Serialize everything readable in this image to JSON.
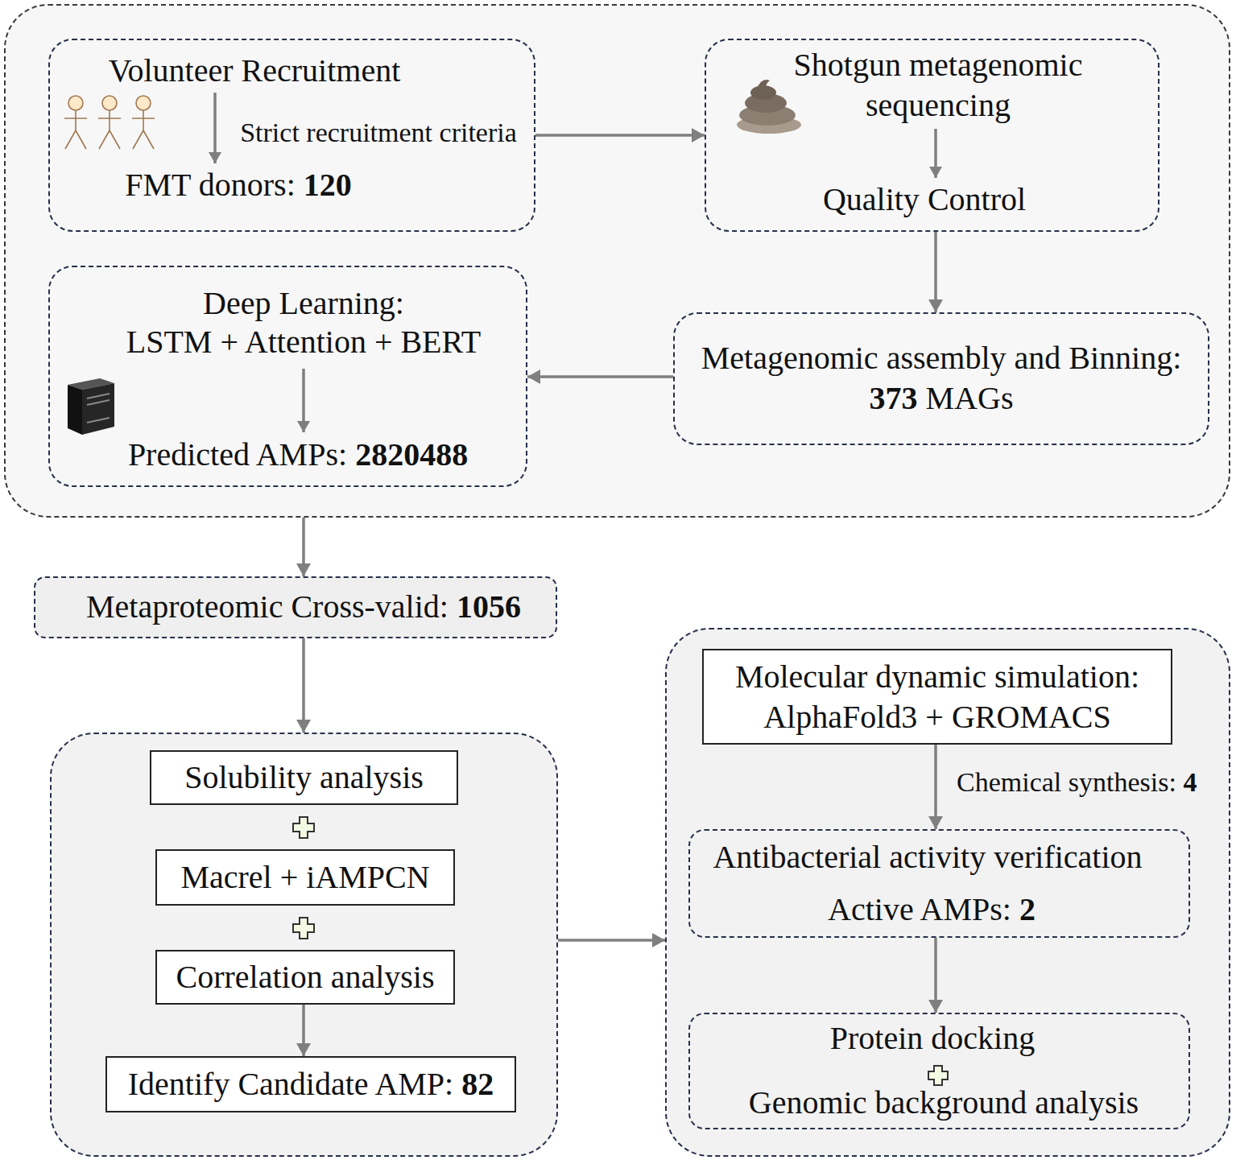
{
  "diagram": {
    "nodes": [
      {
        "text": []
      },
      {
        "text": [
          "Volunteer Recruitment",
          "Strict recruitment criteria",
          "FMT donors: 120"
        ],
        "in": 0
      },
      {
        "text": [
          "Shotgun metagenomic sequencing",
          "Quality Control"
        ],
        "in": 0
      },
      {
        "text": [
          "Deep Learning:",
          "LSTM + Attention + BERT",
          "Predicted AMPs: 2820488"
        ],
        "in": 0
      },
      {
        "text": [
          "Metagenomic assembly and Binning: 373 MAGs"
        ],
        "in": 0
      },
      {
        "text": [
          "Metaproteomic Cross-valid: 1056"
        ]
      },
      {
        "text": []
      },
      {
        "text": [
          "Solubility analysis"
        ],
        "in": 6
      },
      {
        "text": [
          "Macrel + iAMPCN"
        ],
        "in": 6
      },
      {
        "text": [
          "Correlation analysis"
        ],
        "in": 6
      },
      {
        "text": [
          "Identify Candidate AMP: 82"
        ],
        "in": 6
      },
      {
        "text": []
      },
      {
        "text": [
          "Molecular dynamic simulation: AlphaFold3 + GROMACS"
        ],
        "in": 11
      },
      {
        "text": [
          "Antibacterial activity verification",
          "Active AMPs: 2"
        ],
        "in": 11
      },
      {
        "text": [
          "Protein docking",
          "Genomic background analysis"
        ],
        "in": 11
      }
    ],
    "edges": [
      {
        "from": 1,
        "to": 2,
        "arrow": "to"
      },
      {
        "from": 2,
        "to": 4,
        "arrow": "to"
      },
      {
        "from": 4,
        "to": 3,
        "arrow": "to"
      },
      {
        "from": 0,
        "to": 5,
        "arrow": "to"
      },
      {
        "from": 5,
        "to": 6,
        "arrow": "to"
      },
      {
        "from": 6,
        "to": 11,
        "arrow": "to"
      },
      {
        "from": 9,
        "to": 10,
        "arrow": "to"
      },
      {
        "from": 12,
        "to": 13,
        "label": "Chemical synthesis: 4",
        "arrow": "to"
      },
      {
        "from": 13,
        "to": 14,
        "arrow": "to"
      }
    ]
  }
}
